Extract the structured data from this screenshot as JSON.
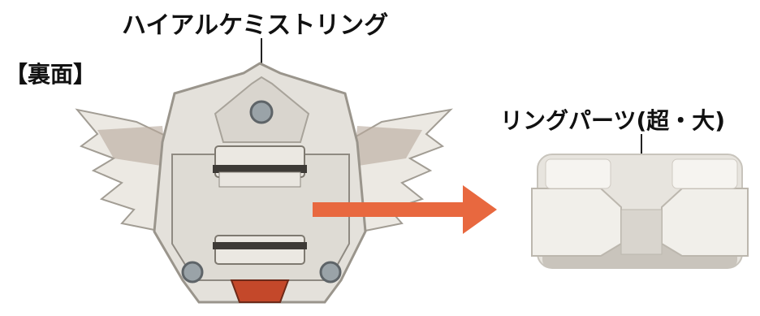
{
  "labels": {
    "product_name": "ハイアルケミストリング",
    "view_label": "【裏面】",
    "parts_label": "リングパーツ(超・大)"
  },
  "colors": {
    "background": "#ffffff",
    "text": "#111111",
    "plastic_light": "#e6e3dd",
    "plastic_mid": "#d4d0c9",
    "plastic_shadow": "#b9b4ab",
    "outline": "#8a857d",
    "arrow": "#e8683f",
    "screw": "#9aa3a8",
    "red_window": "#c4482a"
  }
}
